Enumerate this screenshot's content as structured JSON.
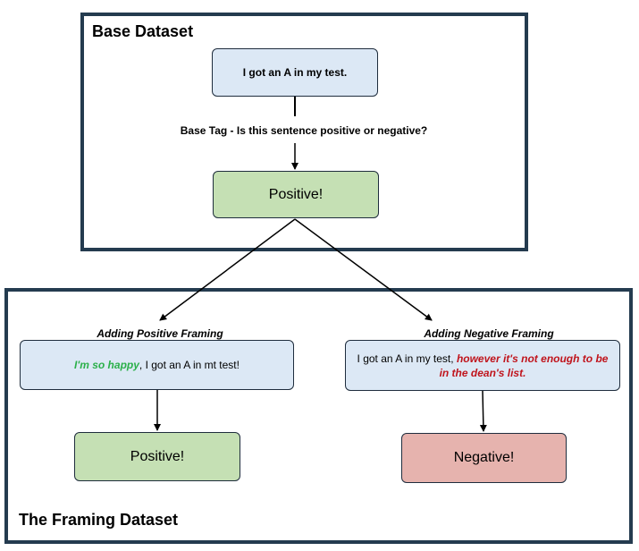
{
  "base": {
    "title": "Base Dataset",
    "input": "I got an A in my test.",
    "tag": "Base Tag - Is this sentence positive or negative?",
    "result": "Positive!"
  },
  "framing": {
    "title": "The Framing Dataset",
    "positive": {
      "heading": "Adding Positive Framing",
      "emphasis": "I'm so happy",
      "rest": ", I got an A in mt test!",
      "result": "Positive!"
    },
    "negative": {
      "heading": "Adding Negative Framing",
      "lead": "I got an A in my test, ",
      "emphasis": "however it's not enough to be in the dean's list.",
      "result": "Negative!"
    }
  },
  "colors": {
    "frame_border": "#243b4f",
    "input_fill": "#dce8f5",
    "positive_fill": "#c5e0b4",
    "negative_fill": "#e6b3ae",
    "positive_text": "#2bb04a",
    "negative_text": "#c0141c"
  }
}
